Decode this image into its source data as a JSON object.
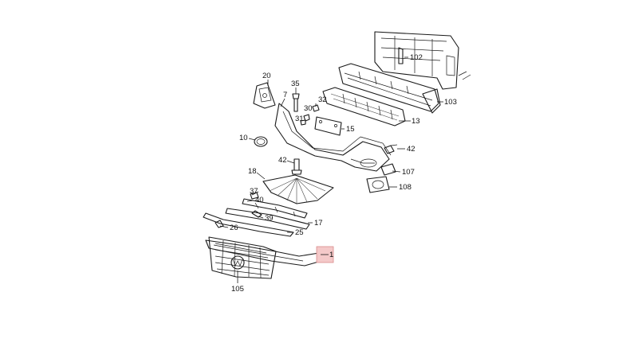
{
  "diagram": {
    "callouts": [
      {
        "id": "c102",
        "text": "102"
      },
      {
        "id": "c103",
        "text": "103"
      },
      {
        "id": "c13",
        "text": "13"
      },
      {
        "id": "c20",
        "text": "20"
      },
      {
        "id": "c35",
        "text": "35"
      },
      {
        "id": "c7",
        "text": "7"
      },
      {
        "id": "c32",
        "text": "32"
      },
      {
        "id": "c30",
        "text": "30"
      },
      {
        "id": "c31",
        "text": "31"
      },
      {
        "id": "c15",
        "text": "15"
      },
      {
        "id": "c10",
        "text": "10"
      },
      {
        "id": "c42a",
        "text": "42"
      },
      {
        "id": "c42b",
        "text": "42"
      },
      {
        "id": "c107",
        "text": "107"
      },
      {
        "id": "c108",
        "text": "108"
      },
      {
        "id": "c18",
        "text": "18"
      },
      {
        "id": "c37",
        "text": "37"
      },
      {
        "id": "c40",
        "text": "40"
      },
      {
        "id": "c39",
        "text": "39"
      },
      {
        "id": "c17",
        "text": "17"
      },
      {
        "id": "c26",
        "text": "26"
      },
      {
        "id": "c25",
        "text": "25"
      },
      {
        "id": "c1",
        "text": "1"
      },
      {
        "id": "c105",
        "text": "105"
      }
    ],
    "highlight_color": "#f4c9c9"
  }
}
